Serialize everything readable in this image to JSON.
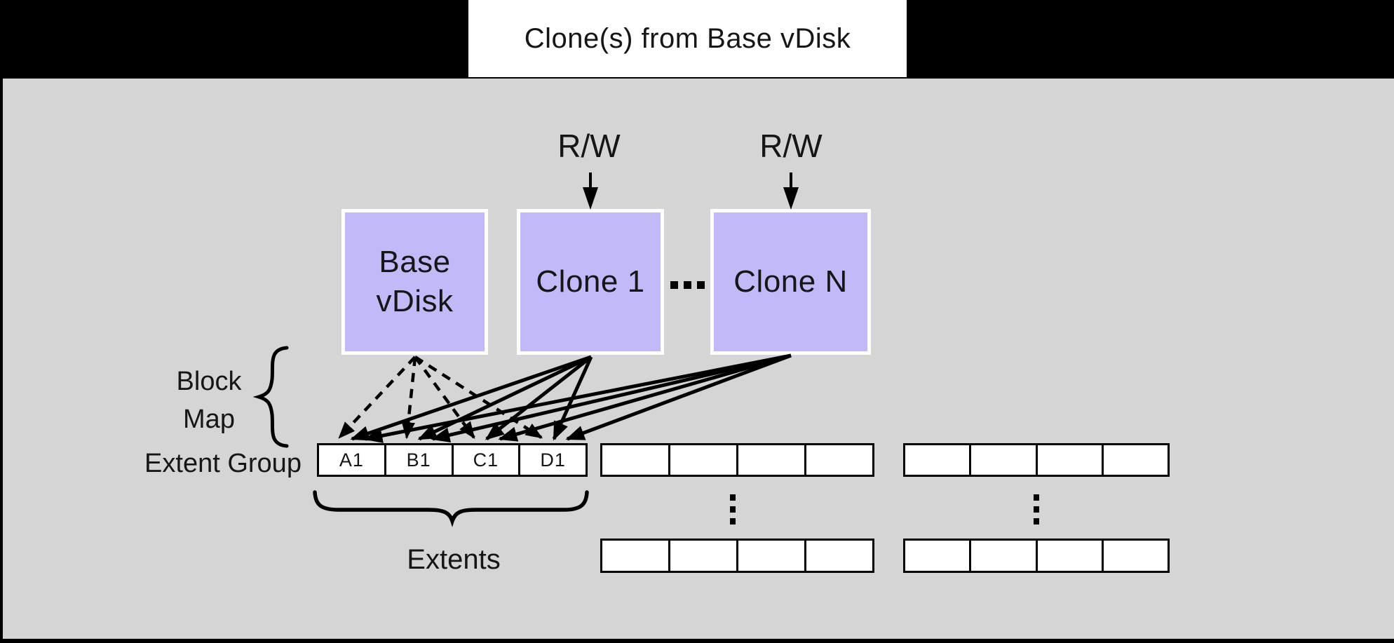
{
  "title": {
    "text": "Clone(s) from Base vDisk"
  },
  "colors": {
    "frame": "#000000",
    "canvas": "#d5d5d5",
    "vdisk_fill": "#c2b9f8",
    "vdisk_border": "#ffffff",
    "title_bg": "#ffffff",
    "extent_fill": "#ffffff",
    "line": "#000000"
  },
  "rw": {
    "left": "R/W",
    "right": "R/W"
  },
  "boxes": [
    {
      "line1": "Base",
      "line2": "vDisk"
    },
    {
      "line1": "Clone 1",
      "line2": ""
    },
    {
      "line1": "Clone N",
      "line2": ""
    }
  ],
  "ellipsis": {
    "horizontal": "...",
    "vertical": "⋮"
  },
  "labels": {
    "block_line1": "Block",
    "block_line2": "Map",
    "extent_group": "Extent Group",
    "extents": "Extents"
  },
  "extents": {
    "main_row": [
      {
        "cells": [
          "A1",
          "B1",
          "C1",
          "D1"
        ]
      },
      {
        "cells": [
          "",
          "",
          "",
          ""
        ]
      },
      {
        "cells": [
          "",
          "",
          "",
          ""
        ]
      }
    ],
    "bottom_row": [
      {
        "cells": [
          "",
          "",
          "",
          ""
        ]
      },
      {
        "cells": [
          "",
          "",
          "",
          ""
        ]
      }
    ]
  }
}
